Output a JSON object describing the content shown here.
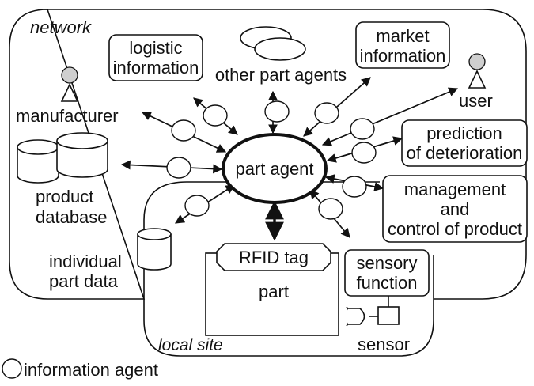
{
  "regions": {
    "network": "network",
    "local_site": "local site"
  },
  "center": {
    "part_agent": "part agent"
  },
  "boxes": {
    "logistic_line1": "logistic",
    "logistic_line2": "information",
    "market_line1": "market",
    "market_line2": "information",
    "prediction_line1": "prediction",
    "prediction_line2": "of deterioration",
    "management_line1": "management",
    "management_line2": "and",
    "management_line3": "control of product",
    "sensory_line1": "sensory",
    "sensory_line2": "function",
    "rfid_tag": "RFID tag",
    "part": "part"
  },
  "labels": {
    "other_part_agents": "other part agents",
    "manufacturer": "manufacturer",
    "user": "user",
    "product_line1": "product",
    "product_line2": "database",
    "individual_line1": "individual",
    "individual_line2": "part data",
    "sensor": "sensor"
  },
  "legend": {
    "information_agent": "information agent"
  },
  "icons": [
    "person-icon-manufacturer",
    "person-icon-user",
    "database-icon",
    "database-icon-small",
    "sensor-icon"
  ]
}
